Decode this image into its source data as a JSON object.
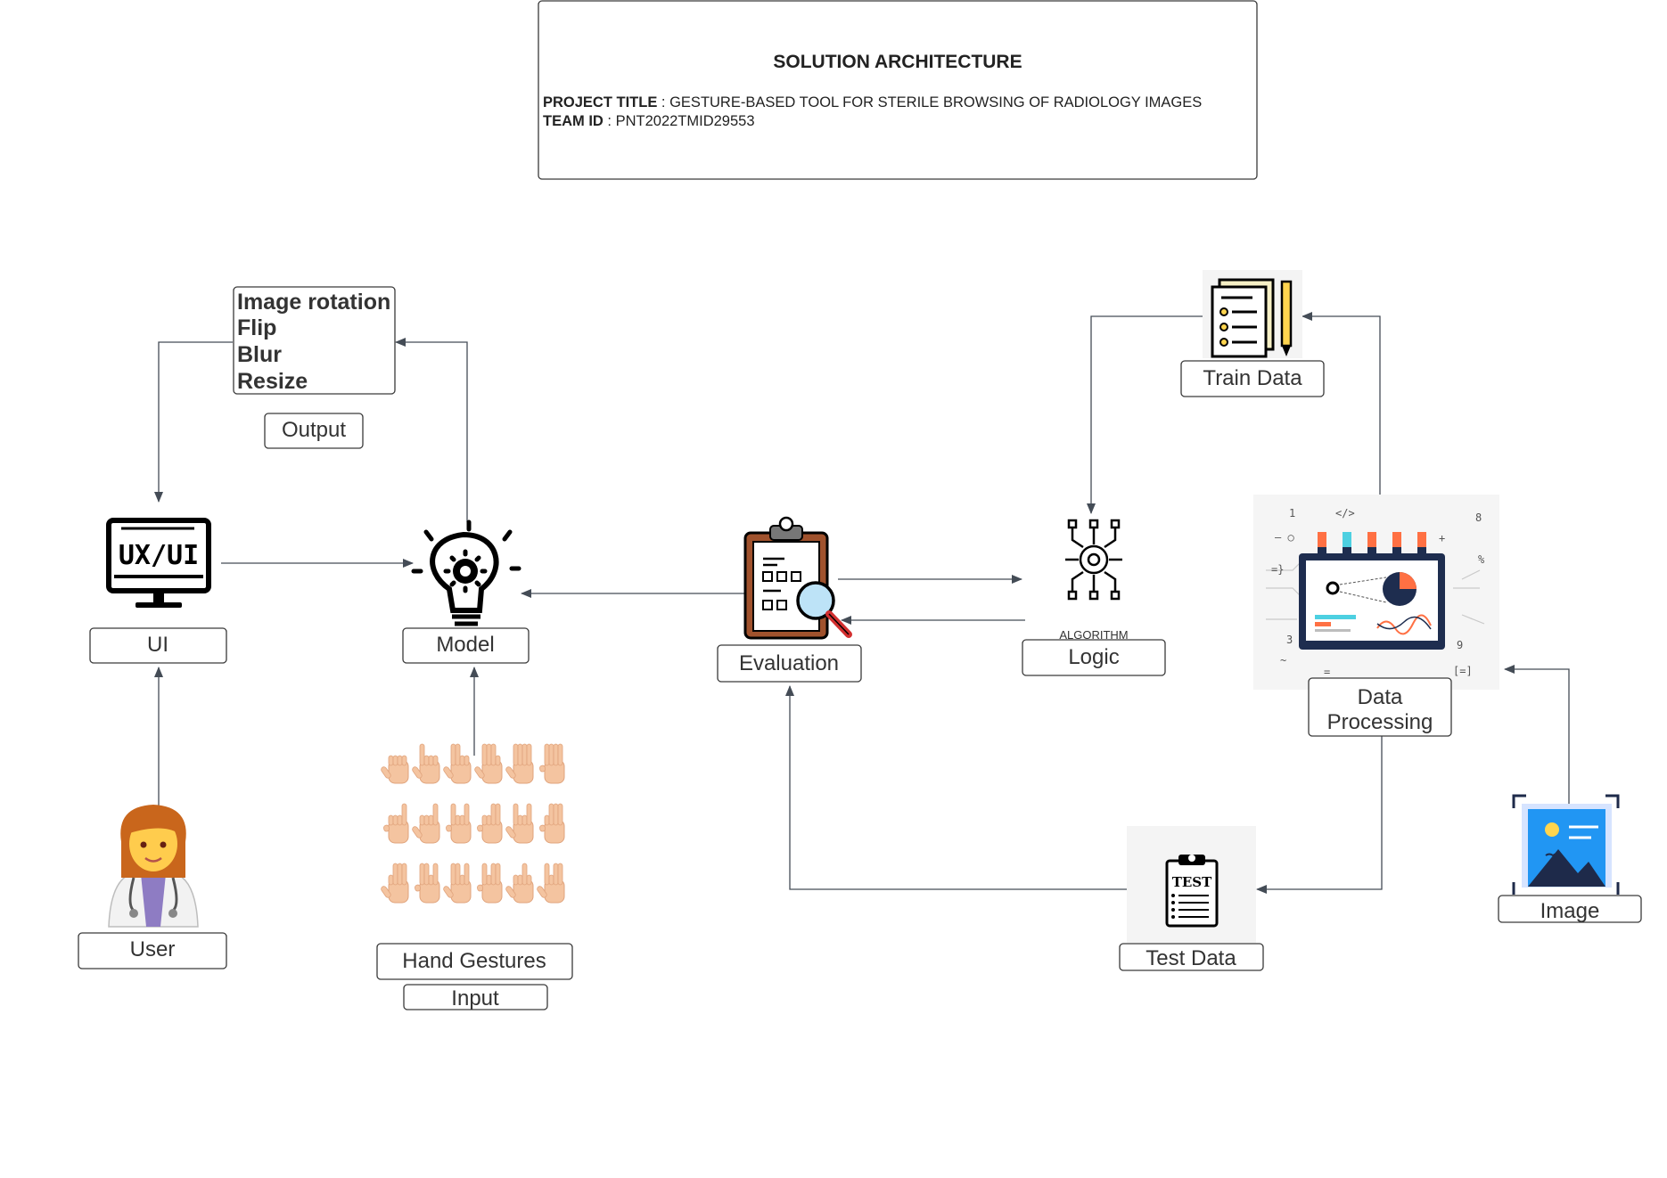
{
  "header": {
    "title": "SOLUTION ARCHITECTURE",
    "project_key": "PROJECT TITLE",
    "project_value": " : GESTURE-BASED TOOL FOR STERILE BROWSING OF RADIOLOGY IMAGES",
    "team_key": "TEAM ID",
    "team_value": " : PNT2022TMID29553"
  },
  "output_box": {
    "items": [
      "Image rotation",
      "Flip",
      "Blur",
      "Resize"
    ],
    "caption": "Output"
  },
  "nodes": {
    "ui": "UI",
    "ui_icon_text": "UX/UI",
    "model": "Model",
    "user": "User",
    "hand_gestures": "Hand Gestures",
    "input": "Input",
    "evaluation": "Evaluation",
    "logic": "Logic",
    "algorithm": "ALGORITHM",
    "train_data": "Train Data",
    "data_processing_line1": "Data",
    "data_processing_line2": "Processing",
    "test_data": "Test Data",
    "test_icon_text": "TEST",
    "image": "Image"
  },
  "colors": {
    "connector": "#444c56",
    "box_border": "#3a3a3a",
    "hand_skin": "#f4c4a0",
    "image_sky": "#2196f3",
    "image_mountain": "#1e2a4a",
    "sun": "#ffd54f"
  },
  "icons": [
    "monitor-uxui-icon",
    "lightbulb-gear-icon",
    "doctor-avatar-icon",
    "hand-gestures-icon",
    "clipboard-magnifier-icon",
    "algorithm-gear-icon",
    "train-data-document-icon",
    "data-processing-screen-icon",
    "test-clipboard-icon",
    "image-icon"
  ]
}
